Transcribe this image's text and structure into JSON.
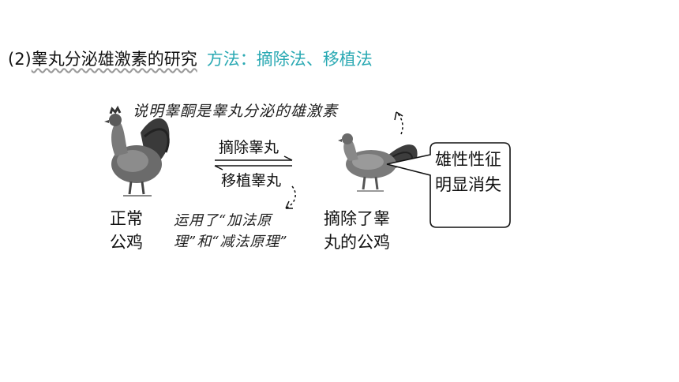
{
  "heading": {
    "prefix": "(2)",
    "topic": "睾丸分泌雄激素的研究",
    "method": "方法：摘除法、移植法"
  },
  "note_top": "说明睾酮是睾丸分泌的雄激素",
  "arrow_top_label": "摘除睾丸",
  "arrow_bottom_label": "移植睾丸",
  "note_mid": {
    "line1": "运用了“加法原",
    "line2": "理”和“减法原理”"
  },
  "left_label": {
    "line1": "正常",
    "line2": "公鸡"
  },
  "right_label": {
    "line1": "摘除了睾",
    "line2": "丸的公鸡"
  },
  "callout": "雄性性征明显消失",
  "icons": {
    "left": "rooster-icon",
    "right": "hen-like-rooster-icon"
  }
}
